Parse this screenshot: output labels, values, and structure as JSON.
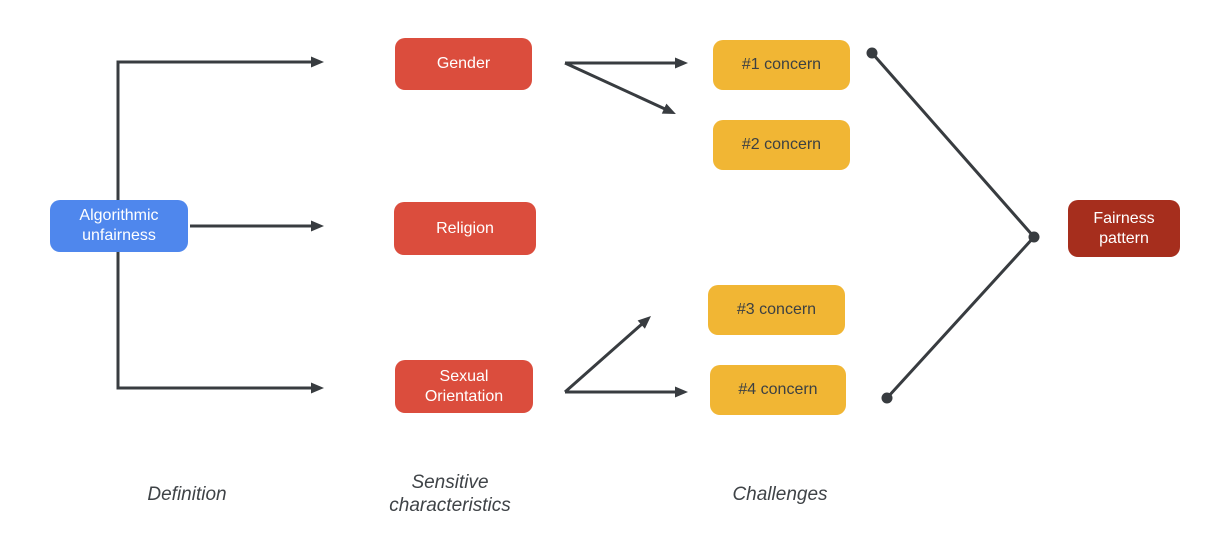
{
  "nodes": {
    "definition": {
      "label": "Algorithmic unfairness"
    },
    "characteristics": [
      {
        "label": "Gender"
      },
      {
        "label": "Religion"
      },
      {
        "label": "Sexual Orientation"
      }
    ],
    "concerns": [
      {
        "label": "#1 concern"
      },
      {
        "label": "#2 concern"
      },
      {
        "label": "#3 concern"
      },
      {
        "label": "#4 concern"
      }
    ],
    "outcome": {
      "label": "Fairness pattern"
    }
  },
  "column_labels": {
    "definition": "Definition",
    "characteristics": "Sensitive characteristics",
    "challenges": "Challenges"
  },
  "colors": {
    "definition_fill": "#4f87ed",
    "characteristic_fill": "#db4d3d",
    "concern_fill": "#f1b634",
    "outcome_fill": "#a62e1d",
    "connector": "#383c40",
    "node_text_light": "#ffffff",
    "node_text_dark": "#3c4043",
    "column_label_text": "#3f4347",
    "background": "#ffffff"
  }
}
